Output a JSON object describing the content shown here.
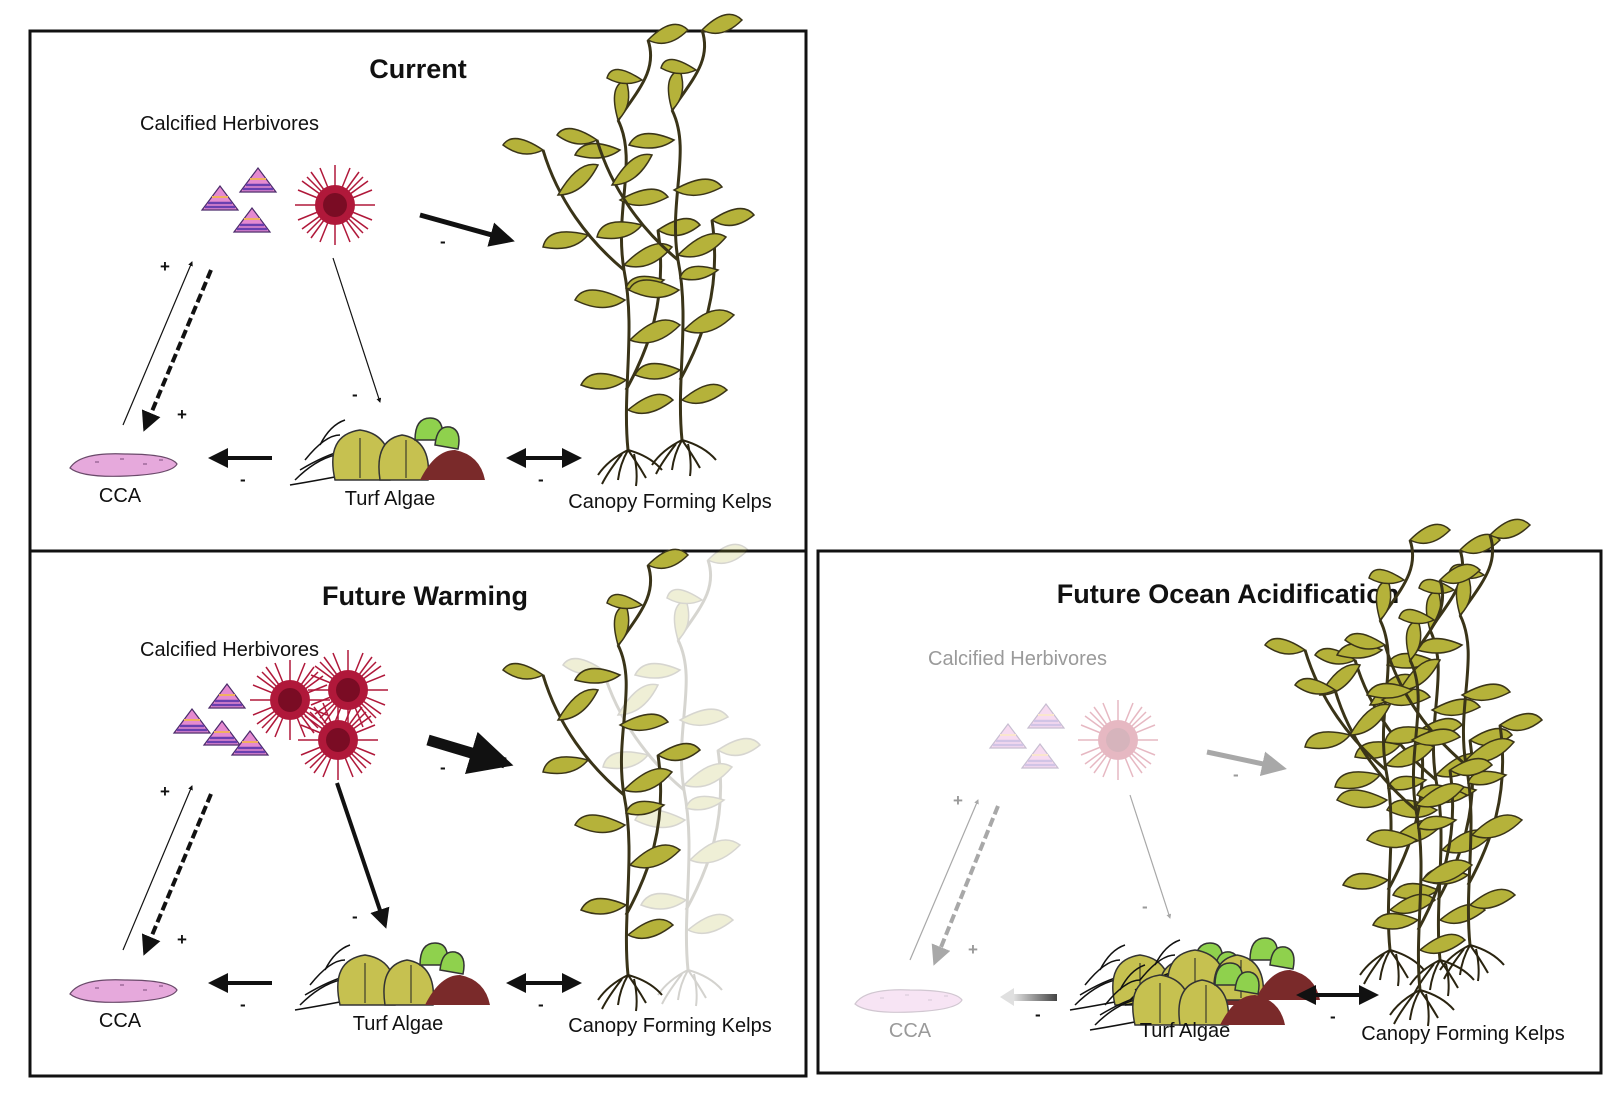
{
  "panels": [
    {
      "title": "Current",
      "labels": {
        "herbivores": "Calcified Herbivores",
        "cca": "CCA",
        "turf": "Turf Algae",
        "kelp": "Canopy Forming Kelps"
      },
      "signs": [
        "+",
        "+",
        "-",
        "-",
        "-",
        "-"
      ]
    },
    {
      "title": "Future Warming",
      "labels": {
        "herbivores": "Calcified Herbivores",
        "cca": "CCA",
        "turf": "Turf Algae",
        "kelp": "Canopy Forming Kelps"
      },
      "signs": [
        "+",
        "+",
        "-",
        "-",
        "-",
        "-"
      ]
    },
    {
      "title": "Future Ocean Acidification",
      "labels": {
        "herbivores": "Calcified Herbivores",
        "cca": "CCA",
        "turf": "Turf Algae",
        "kelp": "Canopy Forming Kelps"
      },
      "signs": [
        "+",
        "+",
        "-",
        "-",
        "-",
        "-"
      ]
    }
  ],
  "colors": {
    "kelp_blade": "#b5b23a",
    "kelp_stipe": "#3a3418",
    "urchin": "#b0183a",
    "snail_pink": "#e58ad0",
    "snail_purple": "#6a3fb0",
    "cca": "#e6a9dc",
    "turf_yellow": "#c6c150",
    "turf_green": "#8fd14d",
    "turf_dark": "#7a2a2a"
  }
}
